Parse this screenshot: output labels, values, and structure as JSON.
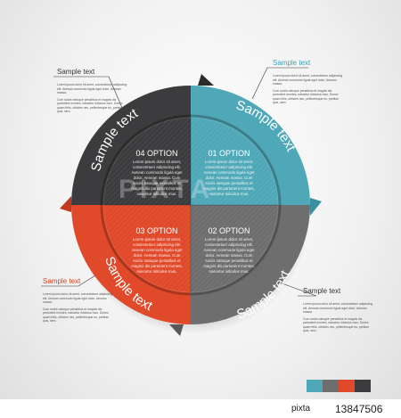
{
  "segments": [
    {
      "key": "01",
      "option": "01 OPTION",
      "arc_text": "Sample text",
      "color": "#4fa8b8",
      "dark": "#3a8fa0"
    },
    {
      "key": "02",
      "option": "02 OPTION",
      "arc_text": "Sample text",
      "color": "#6e6e6e",
      "dark": "#585858"
    },
    {
      "key": "03",
      "option": "03 OPTION",
      "arc_text": "Sample text",
      "color": "#e0492a",
      "dark": "#bf3a1f"
    },
    {
      "key": "04",
      "option": "04 OPTION",
      "arc_text": "Sample text",
      "color": "#3c3b3d",
      "dark": "#2b2a2c"
    }
  ],
  "segment_body": [
    "Lorem ipsum dolor sit amet,",
    "consectetuer adipiscing elit.",
    "Aenean commodo ligula eget",
    "dolor. Aenean massa. Cum",
    "sociis natoque penatibus et",
    "magnis dis parturient montes,",
    "nascetur ridiculus mus."
  ],
  "callouts": {
    "top_left": {
      "title": "Sample text",
      "body": [
        "Lorem ipsum dolor sit amet, consectetuer adipiscing elit. Aenean commodo ligula eget dolor. Aenean massa.",
        "Cum sociis natoque penatibus et magnis dis parturient montes, nascetur ridiculus mus. Donec quam felis, ultricies nec, pellentesque eu, pretium quis, sem."
      ]
    },
    "top_right": {
      "title": "Sample text",
      "body": [
        "Lorem ipsum dolor sit amet, consectetuer adipiscing elit. Aenean commodo ligula eget dolor. Aenean massa.",
        "Cum sociis natoque penatibus et magnis dis parturient montes, nascetur ridiculus mus. Donec quam felis, ultricies nec, pellentesque eu, pretium quis, sem."
      ]
    },
    "bottom_left": {
      "title": "Sample text",
      "body": [
        "Lorem ipsum dolor sit amet, consectetuer adipiscing elit. Aenean commodo ligula eget dolor. Aenean massa.",
        "Cum sociis natoque penatibus et magnis dis parturient montes, nascetur ridiculus mus. Donec quam felis, ultricies nec, pellentesque eu, pretium quis, sem."
      ]
    },
    "bottom_right": {
      "title": "Sample text",
      "body": [
        "Lorem ipsum dolor sit amet, consectetuer adipiscing elit. Aenean commodo ligula eget dolor. Aenean massa.",
        "Cum sociis natoque penatibus et magnis dis parturient montes, nascetur ridiculus mus. Donec quam felis, ultricies nec, pellentesque eu, pretium quis, sem."
      ]
    }
  },
  "palette": [
    "#4fa8b8",
    "#6e6e6e",
    "#e0492a",
    "#3c3b3d"
  ],
  "watermark": "PIXTA",
  "footer": {
    "brand": "pixta",
    "id": "13847506"
  }
}
